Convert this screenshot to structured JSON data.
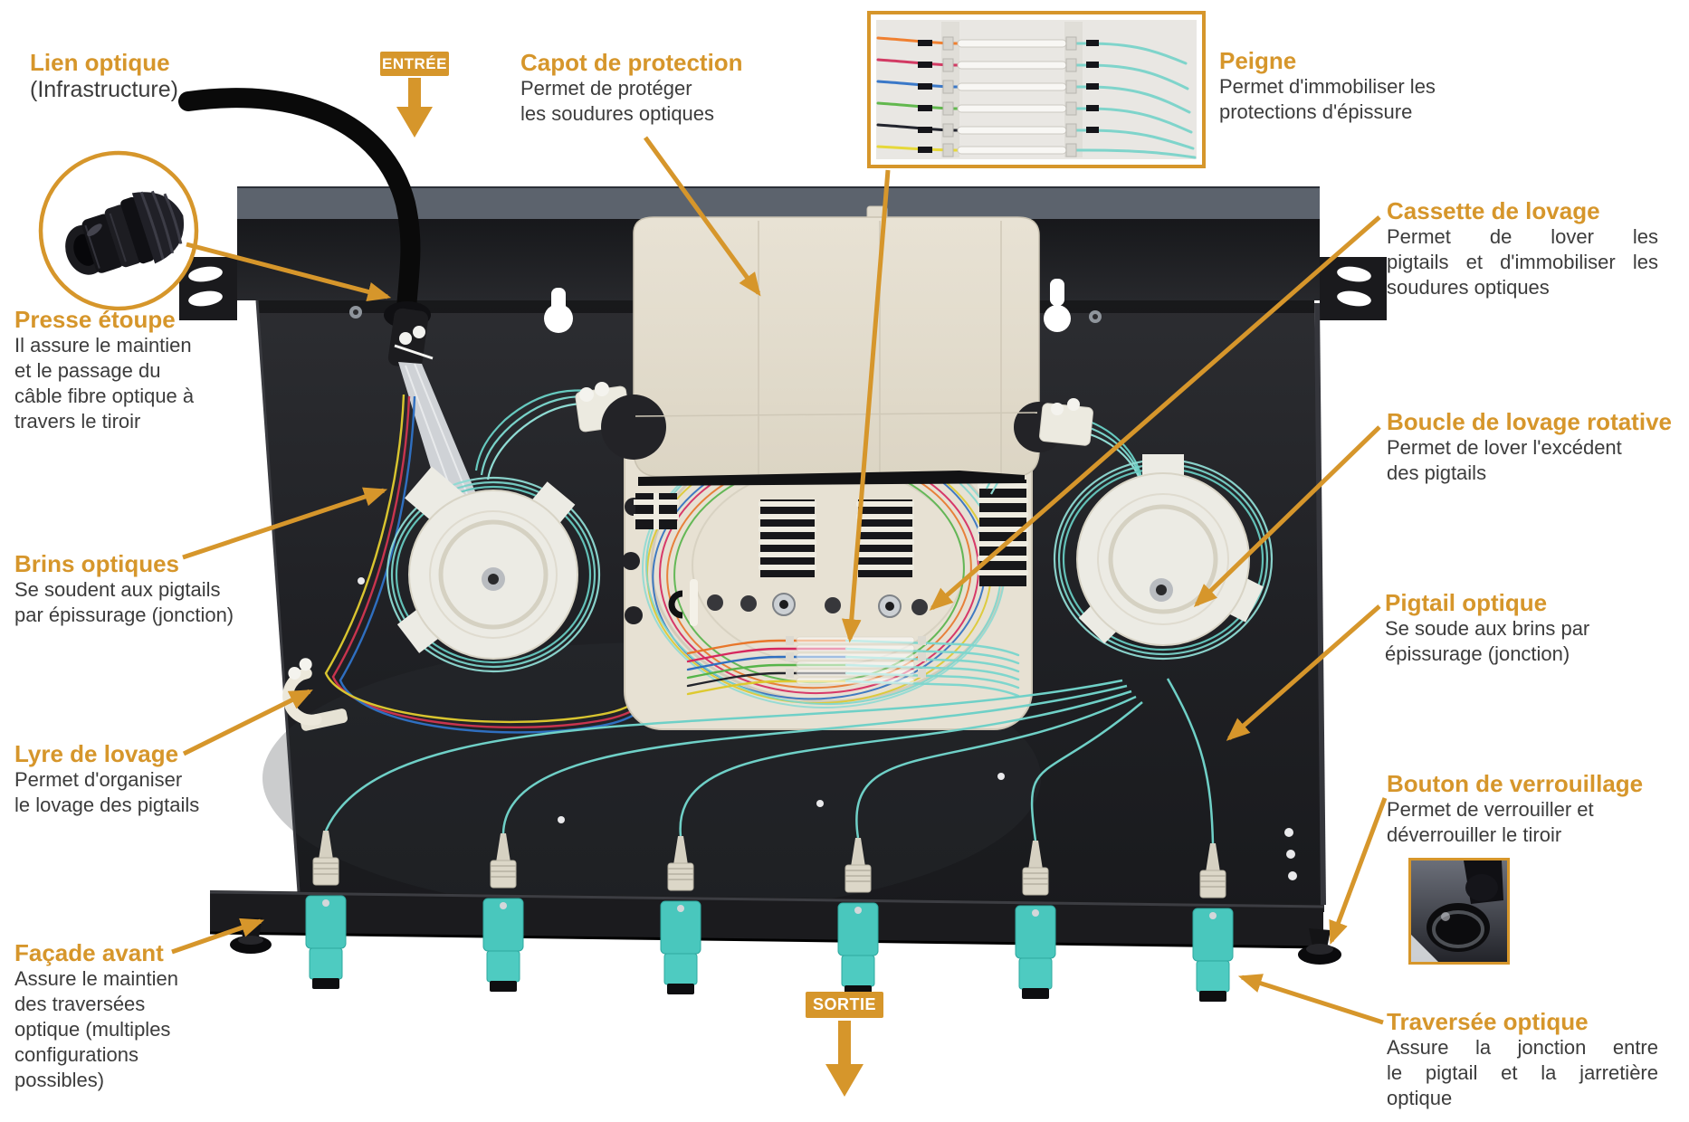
{
  "accent_color": "#d6962b",
  "body_text_color": "#3c3c3c",
  "teal_fiber_color": "#4ecbc1",
  "fiber_palette": [
    "#e8762a",
    "#d6275e",
    "#2f6fc0",
    "#56b44a",
    "#23252c",
    "#ddc92f"
  ],
  "badges": {
    "entree": "ENTRÉE",
    "sortie": "SORTIE"
  },
  "callouts": {
    "lien_optique": {
      "title": "Lien optique",
      "lines": [
        "(Infrastructure)"
      ]
    },
    "presse_etoupe": {
      "title": "Presse étoupe",
      "lines": [
        "Il assure le maintien",
        "et le passage du",
        "câble fibre optique à",
        "travers le tiroir"
      ]
    },
    "brins_optiques": {
      "title": "Brins optiques",
      "lines": [
        "Se soudent aux pigtails",
        "par épissurage (jonction)"
      ]
    },
    "lyre_de_lovage": {
      "title": "Lyre de lovage",
      "lines": [
        "Permet d'organiser",
        "le lovage des pigtails"
      ]
    },
    "facade_avant": {
      "title": "Façade avant",
      "lines": [
        "Assure le maintien",
        "des traversées",
        "optique (multiples",
        "configurations",
        "possibles)"
      ]
    },
    "capot": {
      "title": "Capot de protection",
      "lines": [
        "Permet de protéger",
        "les soudures optiques"
      ]
    },
    "peigne": {
      "title": "Peigne",
      "lines": [
        "Permet d'immobiliser les",
        "protections d'épissure"
      ]
    },
    "cassette": {
      "title": "Cassette de lovage",
      "lines": [
        "Permet de lover les",
        "pigtails et d'immobiliser les",
        "soudures optiques"
      ]
    },
    "boucle": {
      "title": "Boucle de lovage rotative",
      "lines": [
        "Permet de lover l'excédent",
        "des pigtails"
      ]
    },
    "pigtail": {
      "title": "Pigtail optique",
      "lines": [
        "Se soude aux brins par",
        "épissurage (jonction)"
      ]
    },
    "bouton": {
      "title": "Bouton de verrouillage",
      "lines": [
        "Permet de verrouiller et",
        "déverrouiller le tiroir"
      ]
    },
    "traversee": {
      "title": "Traversée optique",
      "lines": [
        "Assure la jonction entre",
        "le pigtail et la jarretière",
        "optique"
      ]
    }
  }
}
